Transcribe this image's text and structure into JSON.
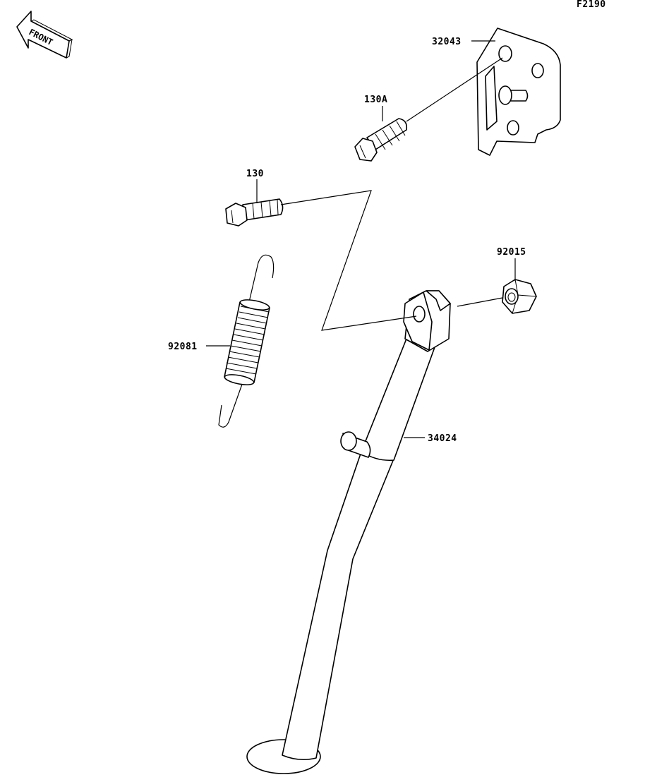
{
  "figure_id": "F2190",
  "front_marker": "FRONT",
  "parts": {
    "bracket": "32043",
    "bolt_a": "130A",
    "bolt": "130",
    "nut": "92015",
    "spring": "92081",
    "stand": "34024"
  }
}
